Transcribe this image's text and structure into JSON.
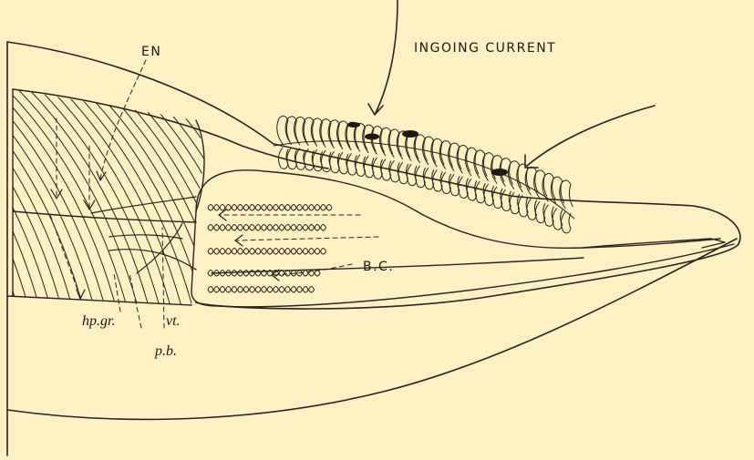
{
  "figure": {
    "labels": {
      "ingoing_current": "INGOING CURRENT",
      "en": "EN",
      "bc": "B.C.",
      "hp_gr": "hp.gr.",
      "vt": "vt.",
      "pb": "p.b."
    }
  },
  "colors": {
    "paper": "#fbf1c4",
    "ink": "#2a241c"
  }
}
